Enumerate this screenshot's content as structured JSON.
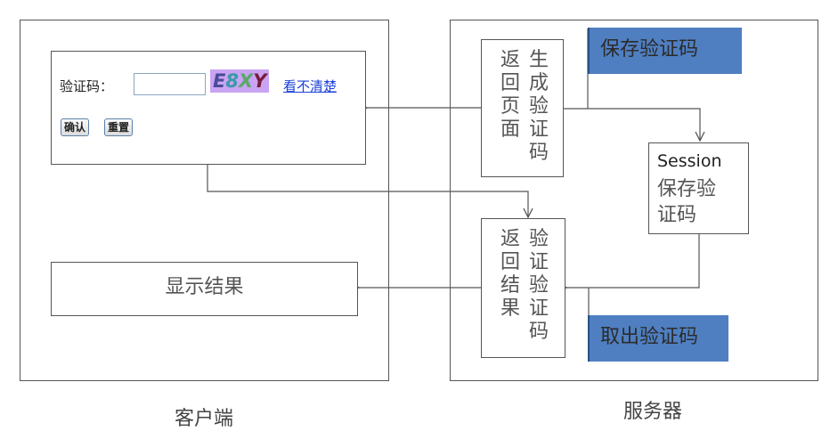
{
  "client": {
    "title": "客户端",
    "form": {
      "captcha_label": "验证码：",
      "captcha_input_value": "",
      "captcha_chars": [
        "E",
        "8",
        "X",
        "Y"
      ],
      "refresh_link": "看不清楚",
      "confirm_button": "确认",
      "reset_button": "重置"
    },
    "result_box": "显示结果"
  },
  "server": {
    "title": "服务器",
    "generate_box": {
      "col1": "返回页面",
      "col2": "生成验证码"
    },
    "verify_box": {
      "col1": "返回结果",
      "col2": "验证验证码"
    },
    "session_box": {
      "title": "Session",
      "text": "保存验证码"
    },
    "save_label": "保存验证码",
    "fetch_label": "取出验证码"
  },
  "colors": {
    "label_fill": "#4f7fc1",
    "captcha_bg": "#c9a4f2",
    "link": "#1a3fd8"
  }
}
